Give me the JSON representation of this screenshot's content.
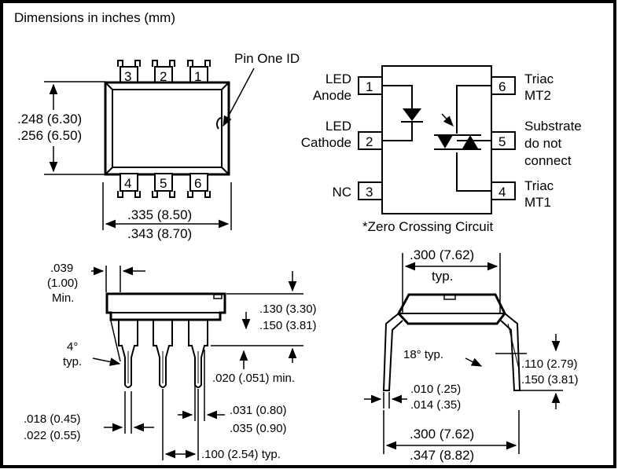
{
  "title": "Dimensions in inches (mm)",
  "top_view": {
    "pin_one_id": "Pin One ID",
    "pins_top": [
      "3",
      "2",
      "1"
    ],
    "pins_bottom": [
      "4",
      "5",
      "6"
    ],
    "height_min": ".248 (6.30)",
    "height_max": ".256 (6.50)",
    "width_min": ".335 (8.50)",
    "width_max": ".343 (8.70)"
  },
  "schematic": {
    "pins": [
      {
        "num": "1",
        "label": [
          "LED",
          "Anode"
        ]
      },
      {
        "num": "2",
        "label": [
          "LED",
          "Cathode"
        ]
      },
      {
        "num": "3",
        "label": [
          "NC"
        ]
      },
      {
        "num": "4",
        "label": [
          "Triac",
          "MT1"
        ]
      },
      {
        "num": "5",
        "label": [
          "Substrate",
          "do not",
          "connect"
        ]
      },
      {
        "num": "6",
        "label": [
          "Triac",
          "MT2"
        ]
      }
    ],
    "caption": "*Zero Crossing Circuit"
  },
  "side_view": {
    "lead_width_a": ".039",
    "lead_width_b": "(1.00)",
    "lead_width_c": "Min.",
    "body_h_min": ".130 (3.30)",
    "body_h_max": ".150 (3.81)",
    "angle": "4°",
    "angle_typ": "typ.",
    "standoff": ".020 (.051) min.",
    "lead_dia_min": ".018 (0.45)",
    "lead_dia_max": ".022 (0.55)",
    "shoulder_min": ".031 (0.80)",
    "shoulder_max": ".035 (0.90)",
    "pitch": ".100 (2.54) typ."
  },
  "end_view": {
    "row_spacing": ".300 (7.62)",
    "row_typ": "typ.",
    "angle": "18° typ.",
    "lead_len_min": ".110 (2.79)",
    "lead_len_max": ".150 (3.81)",
    "lead_thk_min": ".010 (.25)",
    "lead_thk_max": ".014 (.35)",
    "spread_min": ".300 (7.62)",
    "spread_max": ".347 (8.82)"
  }
}
